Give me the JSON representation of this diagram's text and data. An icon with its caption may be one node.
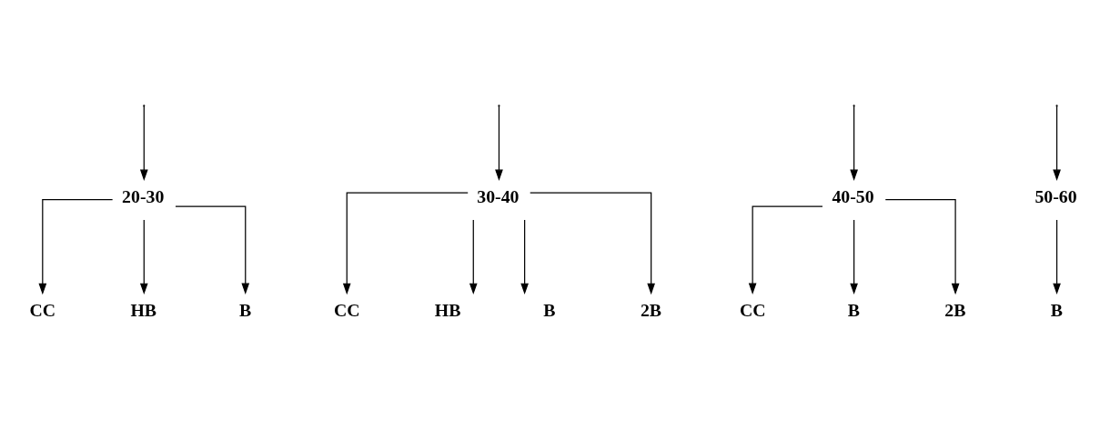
{
  "diagram": {
    "nodes": [
      {
        "text": [
          "20-30"
        ]
      },
      {
        "text": [
          "30-40"
        ]
      },
      {
        "text": [
          "40-50"
        ]
      },
      {
        "text": [
          "50-60"
        ]
      },
      {
        "text": [
          "CC"
        ]
      },
      {
        "text": [
          "HB"
        ]
      },
      {
        "text": [
          "B"
        ]
      },
      {
        "text": [
          "CC"
        ]
      },
      {
        "text": [
          "HB"
        ]
      },
      {
        "text": [
          "B"
        ]
      },
      {
        "text": [
          "2B"
        ]
      },
      {
        "text": [
          "CC"
        ]
      },
      {
        "text": [
          "B"
        ]
      },
      {
        "text": [
          "2B"
        ]
      },
      {
        "text": [
          "B"
        ]
      }
    ],
    "edges": [
      {
        "from": null,
        "to": 0,
        "arrow": "to"
      },
      {
        "from": null,
        "to": 1,
        "arrow": "to"
      },
      {
        "from": null,
        "to": 2,
        "arrow": "to"
      },
      {
        "from": null,
        "to": 3,
        "arrow": "to"
      },
      {
        "from": 0,
        "to": 4,
        "arrow": "to"
      },
      {
        "from": 0,
        "to": 5,
        "arrow": "to"
      },
      {
        "from": 0,
        "to": 6,
        "arrow": "to"
      },
      {
        "from": 1,
        "to": 7,
        "arrow": "to"
      },
      {
        "from": 1,
        "to": 8,
        "arrow": "to"
      },
      {
        "from": 1,
        "to": 9,
        "arrow": "to"
      },
      {
        "from": 1,
        "to": 10,
        "arrow": "to"
      },
      {
        "from": 2,
        "to": 11,
        "arrow": "to"
      },
      {
        "from": 2,
        "to": 12,
        "arrow": "to"
      },
      {
        "from": 2,
        "to": 13,
        "arrow": "to"
      },
      {
        "from": 3,
        "to": 14,
        "arrow": "to"
      }
    ]
  }
}
